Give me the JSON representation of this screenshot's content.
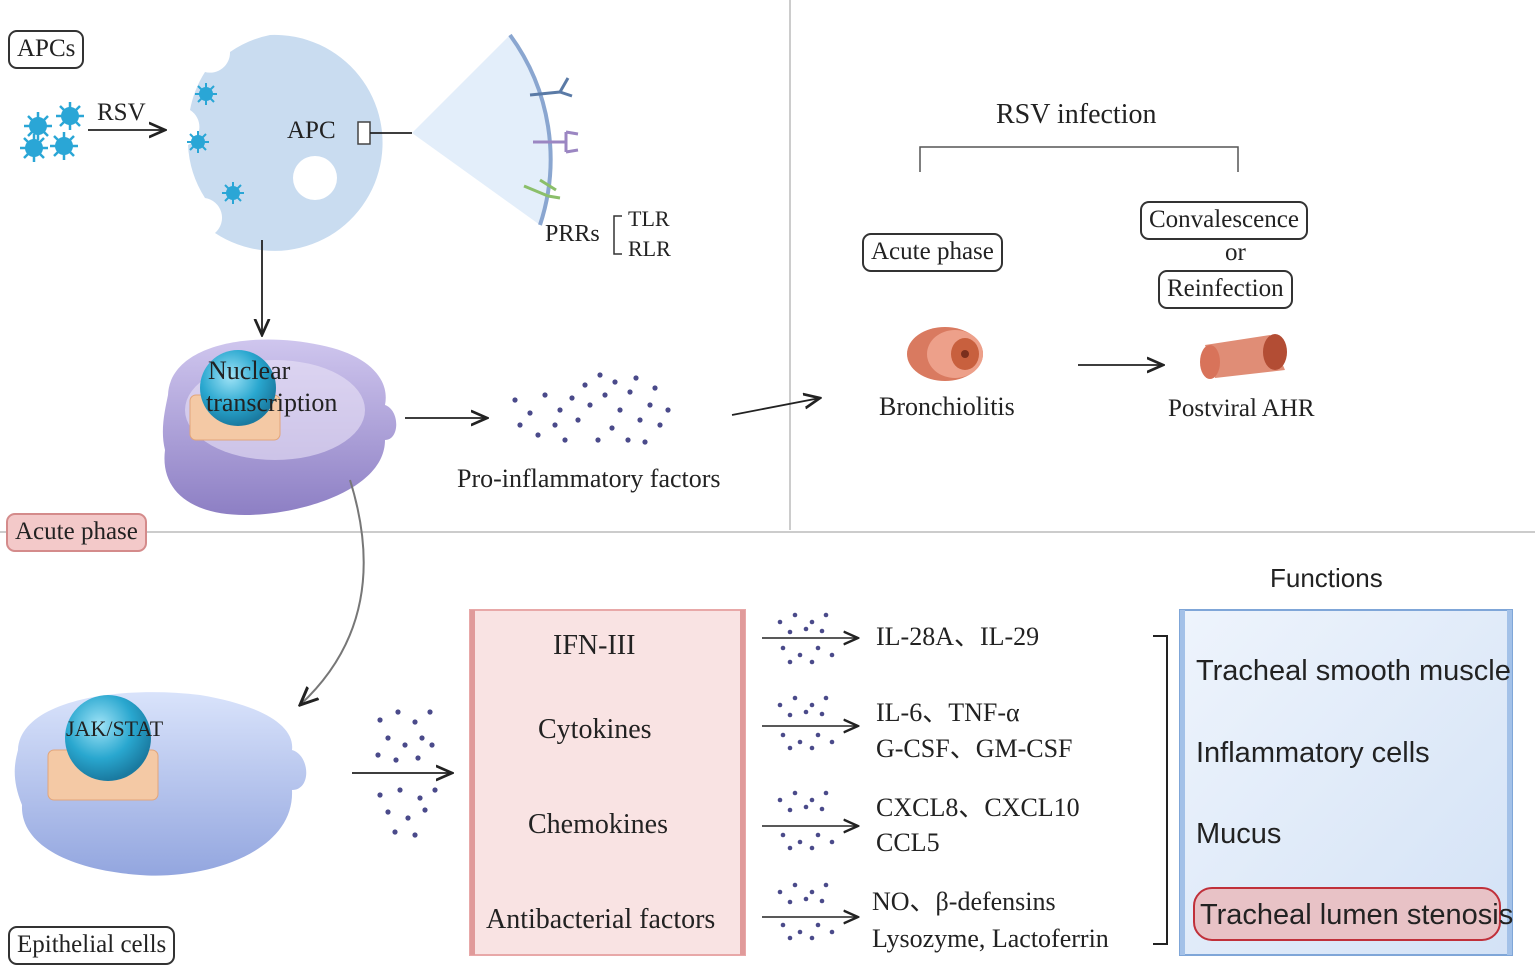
{
  "top_left": {
    "apcs_label": "APCs",
    "rsv_label": "RSV",
    "apc_label": "APC",
    "prrs_label": "PRRs",
    "tlr_label": "TLR",
    "rlr_label": "RLR",
    "nuclear_label_line1": "Nuclear",
    "nuclear_label_line2": "transcription",
    "proinflammatory_label": "Pro-inflammatory factors",
    "acute_phase_tag": "Acute phase"
  },
  "top_right": {
    "title": "RSV infection",
    "acute_phase_box": "Acute phase",
    "convalescence_box": "Convalescence",
    "or_text": "or",
    "reinfection_box": "Reinfection",
    "bronchiolitis_label": "Bronchiolitis",
    "postviral_label": "Postviral AHR"
  },
  "bottom": {
    "jak_stat_label": "JAK/STAT",
    "epithelial_label": "Epithelial cells",
    "factor_box": [
      "IFN-III",
      "Cytokines",
      "Chemokines",
      "Antibacterial factors"
    ],
    "outputs": [
      {
        "line1": "IL-28A、IL-29",
        "line2": ""
      },
      {
        "line1": "IL-6、TNF-α",
        "line2": "G-CSF、GM-CSF"
      },
      {
        "line1": "CXCL8、CXCL10",
        "line2": "CCL5"
      },
      {
        "line1": "NO、β-defensins",
        "line2": "Lysozyme, Lactoferrin"
      }
    ],
    "functions_title": "Functions",
    "functions": [
      "Tracheal smooth muscle",
      "Inflammatory cells",
      "Mucus",
      "Tracheal lumen stenosis"
    ]
  },
  "colors": {
    "virus": "#2aa6d6",
    "apc_cell": "#c9dcf0",
    "cell_purple": "#a99bd3",
    "nucleus": "#29a7cf",
    "dots": "#4a4a8a",
    "factor_box_fill": "#f9e3e3",
    "factor_box_border": "#e8a8a8",
    "functions_fill": "#dbe8f8",
    "functions_border": "#7fa6d8",
    "stenosis_fill": "#e8c2c6",
    "stenosis_border": "#c0303a",
    "tube": "#e07a5f"
  }
}
